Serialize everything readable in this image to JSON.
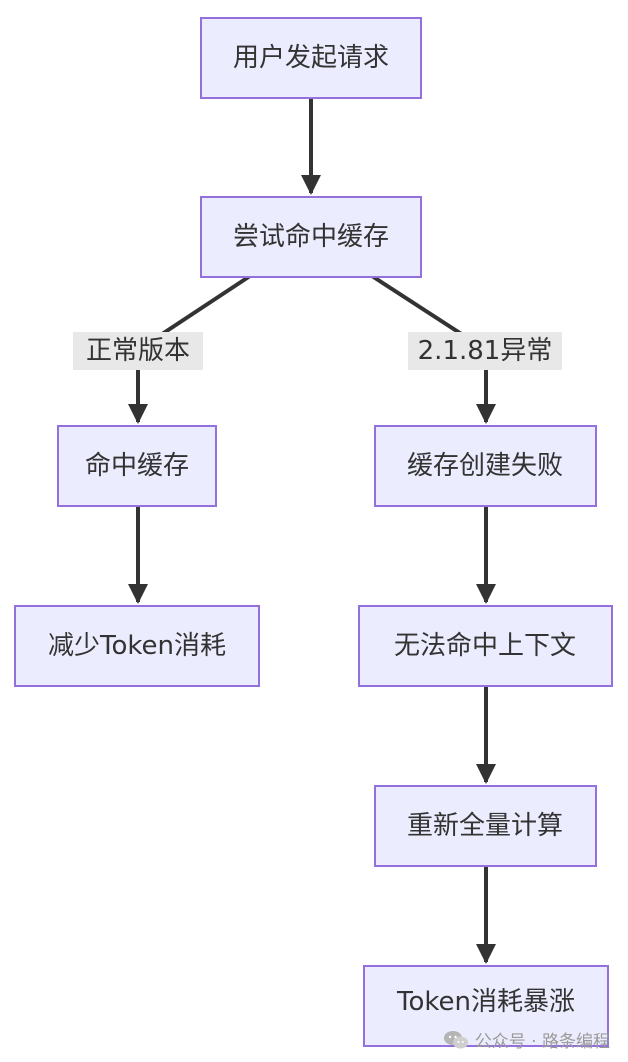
{
  "nodes": {
    "start": "用户发起请求",
    "cache_try": "尝试命中缓存",
    "cache_hit": "命中缓存",
    "reduce_tokens": "减少Token消耗",
    "cache_fail": "缓存创建失败",
    "no_context_hit": "无法命中上下文",
    "recompute": "重新全量计算",
    "token_spike": "Token消耗暴涨"
  },
  "edges": {
    "normal_label": "正常版本",
    "abnormal_label": "2.1.81异常"
  },
  "watermark": {
    "text": "公众号 · 路条编程",
    "icon": "wechat-icon"
  },
  "colors": {
    "node_fill": "#ECECFF",
    "node_stroke": "#9370DB",
    "edge": "#333333",
    "label_bg": "#e8e8e8"
  }
}
